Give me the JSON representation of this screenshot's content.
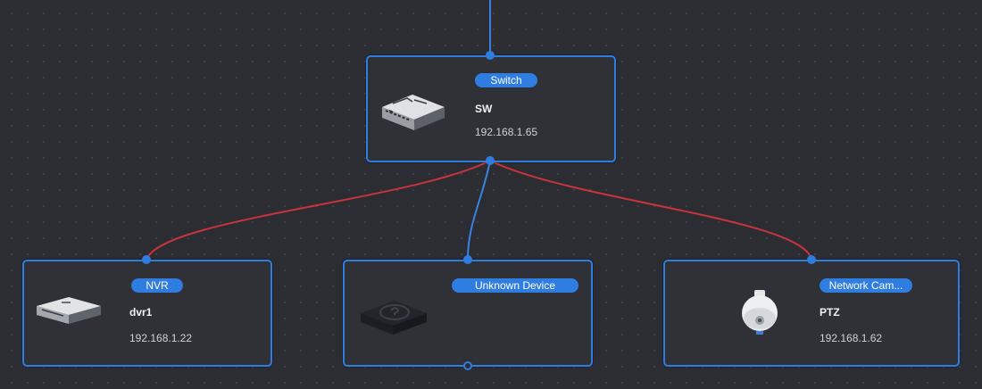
{
  "colors": {
    "accent": "#2f7de0",
    "link_offline": "#c8343b",
    "link_online": "#3a82e0",
    "node_bg": "#2f3137",
    "canvas_bg": "#2b2d33"
  },
  "nodes": {
    "switch": {
      "type_label": "Switch",
      "name": "SW",
      "ip": "192.168.1.65",
      "icon": "switch-icon"
    },
    "nvr": {
      "type_label": "NVR",
      "name": "dvr1",
      "ip": "192.168.1.22",
      "icon": "nvr-icon"
    },
    "unknown": {
      "type_label": "Unknown Device",
      "name": "",
      "ip": "",
      "icon": "unknown-device-icon"
    },
    "camera": {
      "type_label": "Network Cam...",
      "name": "PTZ",
      "ip": "192.168.1.62",
      "icon": "ptz-camera-icon"
    }
  },
  "links": [
    {
      "from": "uplink",
      "to": "switch",
      "status": "online"
    },
    {
      "from": "switch",
      "to": "nvr",
      "status": "offline"
    },
    {
      "from": "switch",
      "to": "unknown",
      "status": "online"
    },
    {
      "from": "switch",
      "to": "camera",
      "status": "offline"
    }
  ]
}
